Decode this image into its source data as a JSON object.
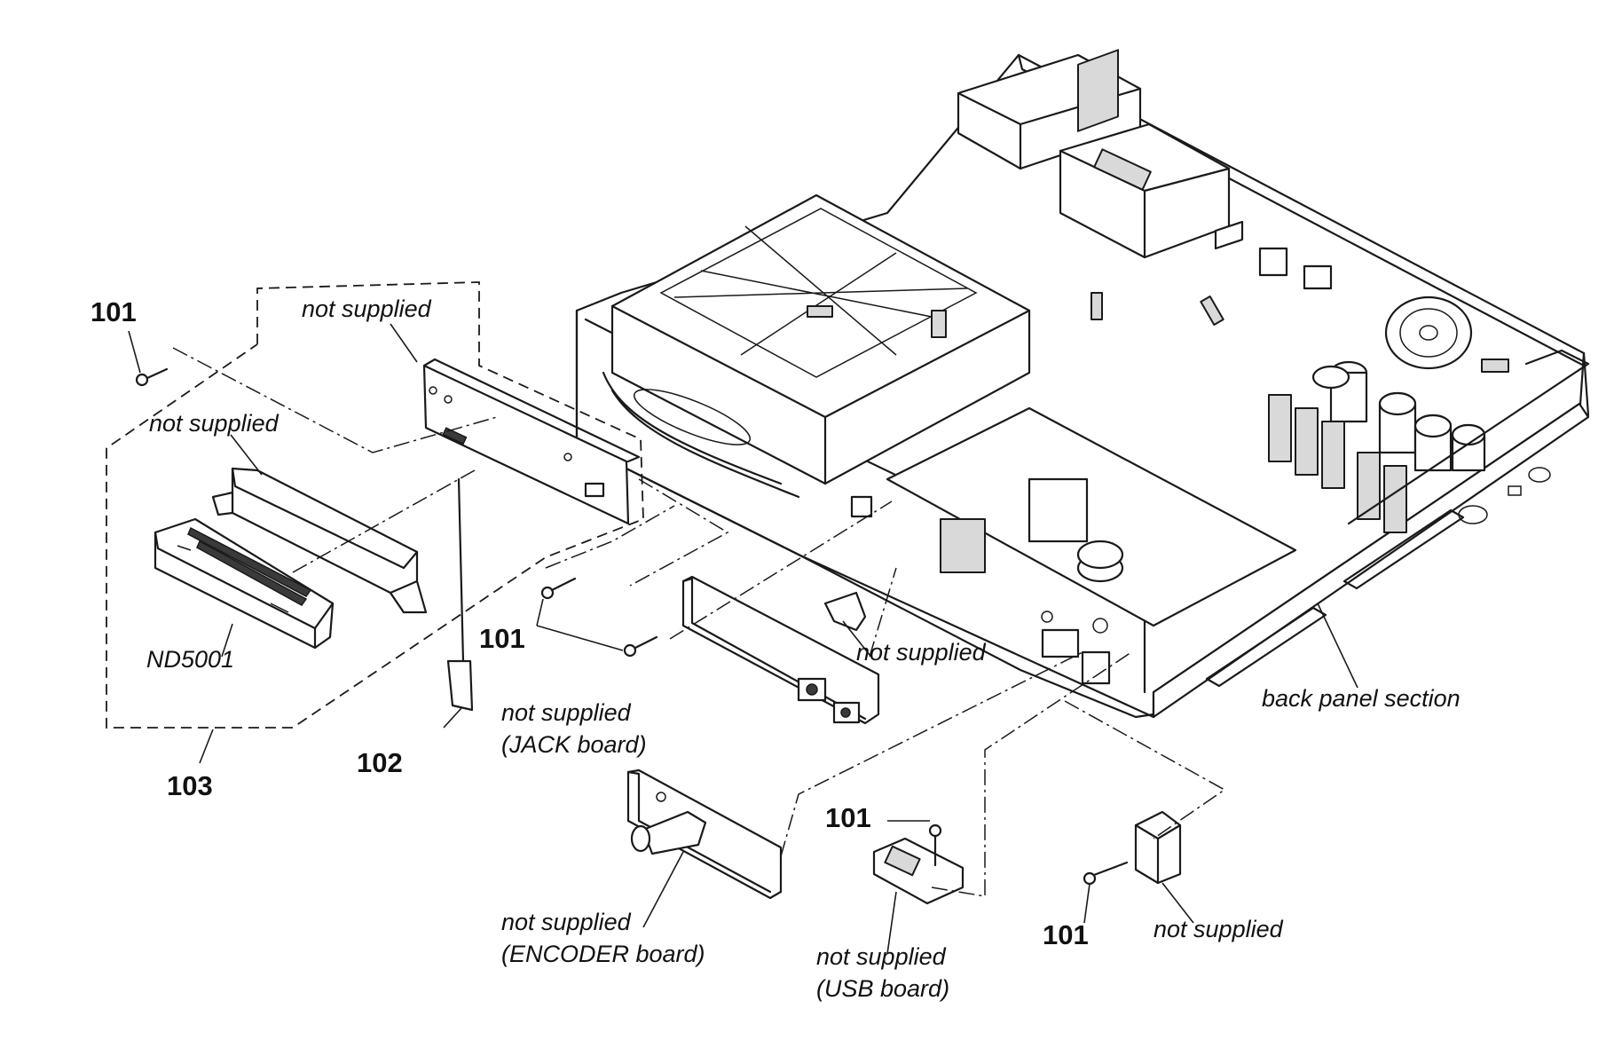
{
  "labels": {
    "screw_top_left": "101",
    "not_supplied_top": "not supplied",
    "not_supplied_left": "not supplied",
    "display_part": "ND5001",
    "screw_mid": "101",
    "not_supplied_bracket": "not supplied",
    "jack_board_1": "not supplied",
    "jack_board_2": "(JACK board)",
    "assembly_103": "103",
    "cable_102": "102",
    "back_panel": "back panel section",
    "screw_usb": "101",
    "encoder_1": "not supplied",
    "encoder_2": "(ENCODER board)",
    "usb_1": "not supplied",
    "usb_2": "(USB board)",
    "screw_bottom_right": "101",
    "not_supplied_bottom_right": "not supplied"
  }
}
